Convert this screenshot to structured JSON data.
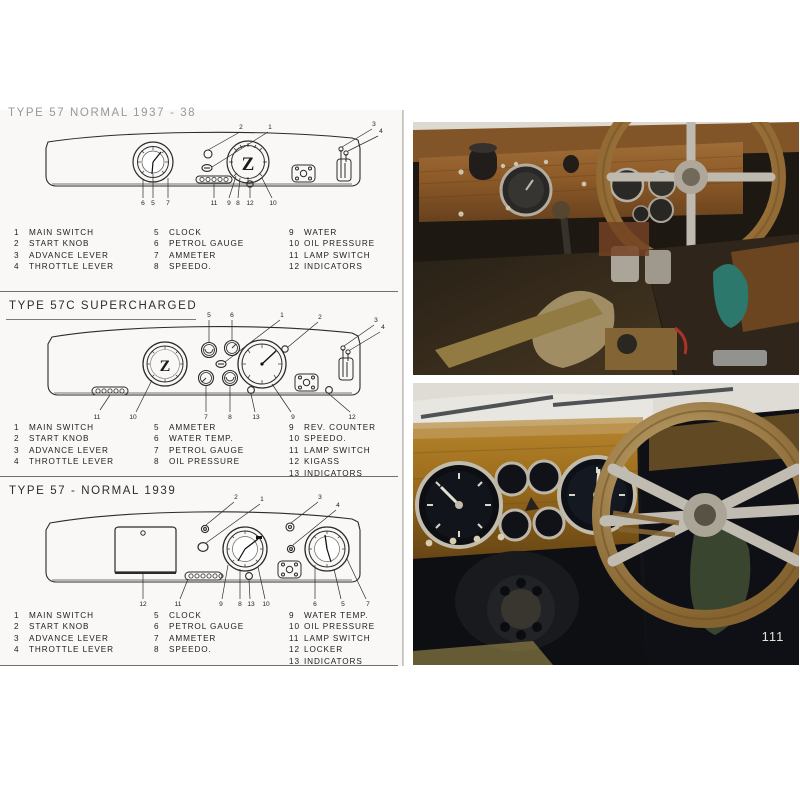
{
  "page": {
    "page_number": "111",
    "background_color": "#ffffff",
    "paper_color": "#f8f7f5",
    "ink_color": "#1e1e1e"
  },
  "plates": [
    {
      "id": "type-57-normal-1937-38",
      "title": "TYPE 57  NORMAL  1937 - 38",
      "title_clipped": true,
      "callouts": [
        "1",
        "2",
        "3",
        "4",
        "5",
        "6",
        "7",
        "8",
        "9",
        "10",
        "11",
        "12"
      ],
      "legend": [
        {
          "num": "1",
          "label": "MAIN  SWITCH"
        },
        {
          "num": "2",
          "label": "START  KNOB"
        },
        {
          "num": "3",
          "label": "ADVANCE  LEVER"
        },
        {
          "num": "4",
          "label": "THROTTLE  LEVER"
        },
        {
          "num": "5",
          "label": "CLOCK"
        },
        {
          "num": "6",
          "label": "PETROL  GAUGE"
        },
        {
          "num": "7",
          "label": "AMMETER"
        },
        {
          "num": "8",
          "label": "SPEEDO."
        },
        {
          "num": "9",
          "label": "WATER"
        },
        {
          "num": "10",
          "label": "OIL  PRESSURE"
        },
        {
          "num": "11",
          "label": "LAMP  SWITCH"
        },
        {
          "num": "12",
          "label": "INDICATORS"
        }
      ]
    },
    {
      "id": "type-57c-supercharged",
      "title": "TYPE  57C  SUPERCHARGED",
      "title_clipped": false,
      "callouts": [
        "1",
        "2",
        "3",
        "4",
        "5",
        "6",
        "7",
        "8",
        "9",
        "10",
        "11",
        "12",
        "13"
      ],
      "legend": [
        {
          "num": "1",
          "label": "MAIN  SWITCH"
        },
        {
          "num": "2",
          "label": "START  KNOB"
        },
        {
          "num": "3",
          "label": "ADVANCE  LEVER"
        },
        {
          "num": "4",
          "label": "THROTTLE  LEVER"
        },
        {
          "num": "5",
          "label": "AMMETER"
        },
        {
          "num": "6",
          "label": "WATER  TEMP."
        },
        {
          "num": "7",
          "label": "PETROL  GAUGE"
        },
        {
          "num": "8",
          "label": "OIL  PRESSURE"
        },
        {
          "num": "9",
          "label": "REV. COUNTER"
        },
        {
          "num": "10",
          "label": "SPEEDO."
        },
        {
          "num": "11",
          "label": "LAMP  SWITCH"
        },
        {
          "num": "12",
          "label": "KIGASS"
        },
        {
          "num": "13",
          "label": "INDICATORS"
        }
      ]
    },
    {
      "id": "type-57-normal-1939",
      "title": "TYPE  57 - NORMAL  1939",
      "title_clipped": false,
      "callouts": [
        "1",
        "2",
        "3",
        "4",
        "5",
        "6",
        "7",
        "8",
        "9",
        "10",
        "11",
        "12",
        "13"
      ],
      "legend": [
        {
          "num": "1",
          "label": "MAIN  SWITCH"
        },
        {
          "num": "2",
          "label": "START  KNOB"
        },
        {
          "num": "3",
          "label": "ADVANCE  LEVER"
        },
        {
          "num": "4",
          "label": "THROTTLE  LEVER"
        },
        {
          "num": "5",
          "label": "CLOCK"
        },
        {
          "num": "6",
          "label": "PETROL GAUGE"
        },
        {
          "num": "7",
          "label": "AMMETER"
        },
        {
          "num": "8",
          "label": "SPEEDO."
        },
        {
          "num": "9",
          "label": "WATER  TEMP."
        },
        {
          "num": "10",
          "label": "OIL  PRESSURE"
        },
        {
          "num": "11",
          "label": "LAMP  SWITCH"
        },
        {
          "num": "12",
          "label": "LOCKER"
        },
        {
          "num": "13",
          "label": "INDICATORS"
        }
      ]
    }
  ],
  "photographs": [
    {
      "id": "photo-cockpit-wood-dash",
      "caption": "",
      "dominant_colors": [
        "#8a5b2c",
        "#3a2a1a",
        "#c9a86a",
        "#1d1a16",
        "#2f7f72"
      ]
    },
    {
      "id": "photo-dashboard-instruments",
      "caption": "",
      "dominant_colors": [
        "#a2701f",
        "#1a1a20",
        "#c6a15c",
        "#3a4431",
        "#e6e2d6"
      ]
    }
  ]
}
